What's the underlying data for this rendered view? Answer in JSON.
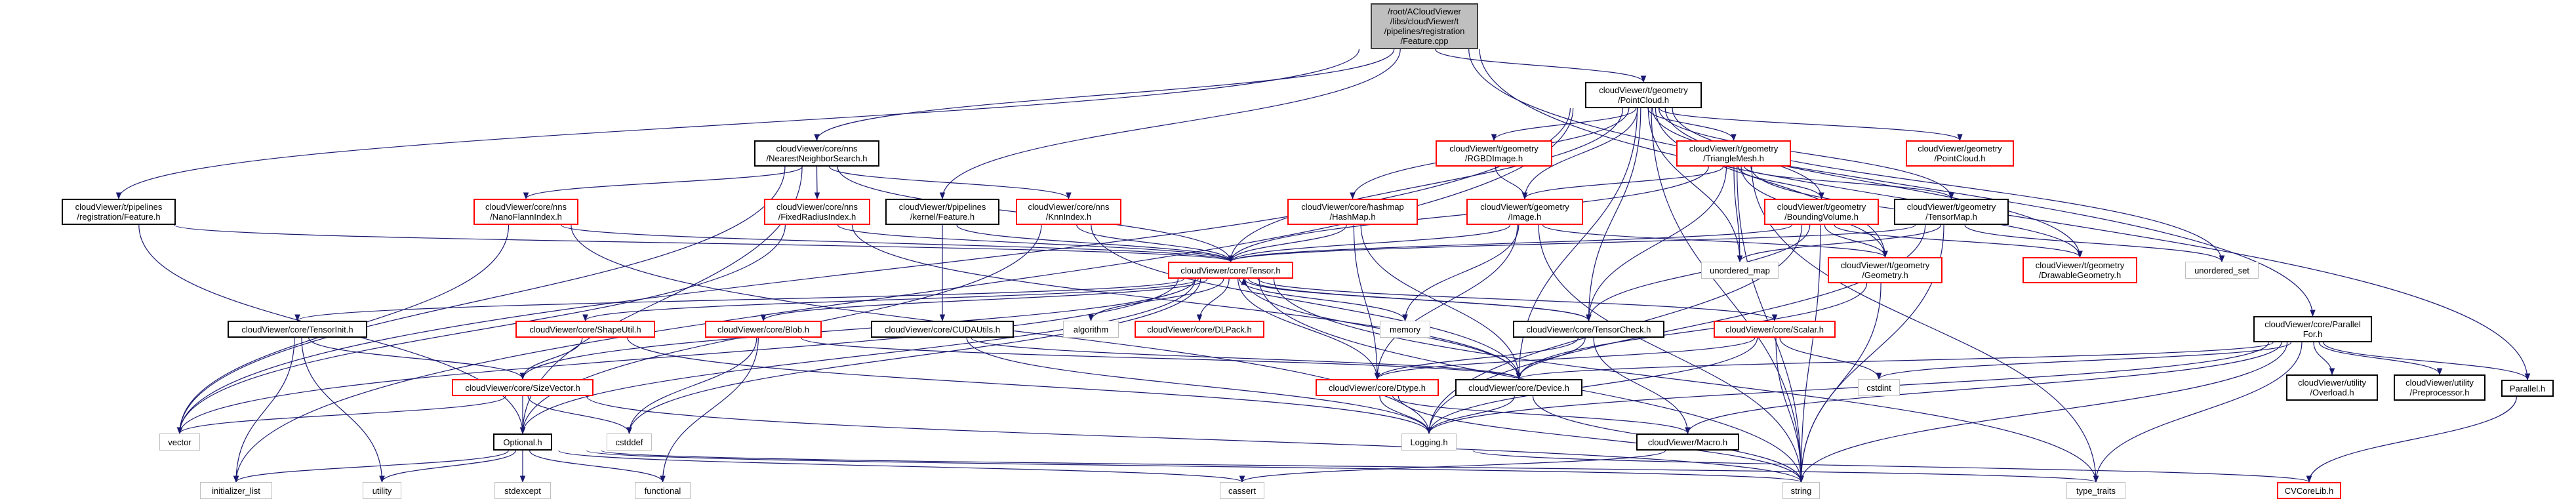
{
  "graph": {
    "edge_color": "#191970",
    "node_colors": {
      "root_fill": "#bfbfbf",
      "truncated_border": "#ff0000",
      "documented_border": "#000000",
      "system_border": "#bfbfbf"
    },
    "nodes": [
      {
        "id": "root",
        "kind": "root",
        "lines": [
          "/root/ACloudViewer",
          "/libs/cloudViewer/t",
          "/pipelines/registration",
          "/Feature.cpp"
        ]
      },
      {
        "id": "pc_t",
        "kind": "doc",
        "lines": [
          "cloudViewer/t/geometry",
          "/PointCloud.h"
        ]
      },
      {
        "id": "nns",
        "kind": "doc",
        "lines": [
          "cloudViewer/core/nns",
          "/NearestNeighborSearch.h"
        ]
      },
      {
        "id": "rgbd",
        "kind": "red",
        "lines": [
          "cloudViewer/t/geometry",
          "/RGBDImage.h"
        ]
      },
      {
        "id": "tmesh",
        "kind": "red",
        "lines": [
          "cloudViewer/t/geometry",
          "/TriangleMesh.h"
        ]
      },
      {
        "id": "gpc",
        "kind": "red",
        "lines": [
          "cloudViewer/geometry",
          "/PointCloud.h"
        ]
      },
      {
        "id": "reg_feat",
        "kind": "doc",
        "lines": [
          "cloudViewer/t/pipelines",
          "/registration/Feature.h"
        ]
      },
      {
        "id": "nano",
        "kind": "red",
        "lines": [
          "cloudViewer/core/nns",
          "/NanoFlannIndex.h"
        ]
      },
      {
        "id": "fixed",
        "kind": "red",
        "lines": [
          "cloudViewer/core/nns",
          "/FixedRadiusIndex.h"
        ]
      },
      {
        "id": "kfeat",
        "kind": "doc",
        "lines": [
          "cloudViewer/t/pipelines",
          "/kernel/Feature.h"
        ]
      },
      {
        "id": "knn",
        "kind": "red",
        "lines": [
          "cloudViewer/core/nns",
          "/KnnIndex.h"
        ]
      },
      {
        "id": "hashmap",
        "kind": "red",
        "lines": [
          "cloudViewer/core/hashmap",
          "/HashMap.h"
        ]
      },
      {
        "id": "image",
        "kind": "red",
        "lines": [
          "cloudViewer/t/geometry",
          "/Image.h"
        ]
      },
      {
        "id": "bvol",
        "kind": "red",
        "lines": [
          "cloudViewer/t/geometry",
          "/BoundingVolume.h"
        ]
      },
      {
        "id": "tmap",
        "kind": "doc",
        "lines": [
          "cloudViewer/t/geometry",
          "/TensorMap.h"
        ]
      },
      {
        "id": "tensor",
        "kind": "red",
        "lines": [
          "cloudViewer/core/Tensor.h"
        ]
      },
      {
        "id": "umap",
        "kind": "sys",
        "lines": [
          "unordered_map"
        ]
      },
      {
        "id": "geom",
        "kind": "red",
        "lines": [
          "cloudViewer/t/geometry",
          "/Geometry.h"
        ]
      },
      {
        "id": "drawable",
        "kind": "red",
        "lines": [
          "cloudViewer/t/geometry",
          "/DrawableGeometry.h"
        ]
      },
      {
        "id": "uset",
        "kind": "sys",
        "lines": [
          "unordered_set"
        ]
      },
      {
        "id": "tinit",
        "kind": "doc",
        "lines": [
          "cloudViewer/core/TensorInit.h"
        ]
      },
      {
        "id": "shape",
        "kind": "red",
        "lines": [
          "cloudViewer/core/ShapeUtil.h"
        ]
      },
      {
        "id": "blob",
        "kind": "red",
        "lines": [
          "cloudViewer/core/Blob.h"
        ]
      },
      {
        "id": "cuda",
        "kind": "doc",
        "lines": [
          "cloudViewer/core/CUDAUtils.h"
        ]
      },
      {
        "id": "algorithm",
        "kind": "sys",
        "lines": [
          "algorithm"
        ]
      },
      {
        "id": "dlpack",
        "kind": "red",
        "lines": [
          "cloudViewer/core/DLPack.h"
        ]
      },
      {
        "id": "memory",
        "kind": "sys",
        "lines": [
          "memory"
        ]
      },
      {
        "id": "tcheck",
        "kind": "doc",
        "lines": [
          "cloudViewer/core/TensorCheck.h"
        ]
      },
      {
        "id": "scalar",
        "kind": "red",
        "lines": [
          "cloudViewer/core/Scalar.h"
        ]
      },
      {
        "id": "pfor",
        "kind": "doc",
        "lines": [
          "cloudViewer/core/Parallel",
          "For.h"
        ]
      },
      {
        "id": "sizevec",
        "kind": "red",
        "lines": [
          "cloudViewer/core/SizeVector.h"
        ]
      },
      {
        "id": "dtype",
        "kind": "red",
        "lines": [
          "cloudViewer/core/Dtype.h"
        ]
      },
      {
        "id": "device",
        "kind": "doc",
        "lines": [
          "cloudViewer/core/Device.h"
        ]
      },
      {
        "id": "cstdint",
        "kind": "sys",
        "lines": [
          "cstdint"
        ]
      },
      {
        "id": "overload",
        "kind": "doc",
        "lines": [
          "cloudViewer/utility",
          "/Overload.h"
        ]
      },
      {
        "id": "preproc",
        "kind": "doc",
        "lines": [
          "cloudViewer/utility",
          "/Preprocessor.h"
        ]
      },
      {
        "id": "parallel",
        "kind": "doc",
        "lines": [
          "Parallel.h"
        ]
      },
      {
        "id": "vector",
        "kind": "sys",
        "lines": [
          "vector"
        ]
      },
      {
        "id": "optional",
        "kind": "doc",
        "lines": [
          "Optional.h"
        ]
      },
      {
        "id": "cstddef",
        "kind": "sys",
        "lines": [
          "cstddef"
        ]
      },
      {
        "id": "logging",
        "kind": "sys",
        "lines": [
          "Logging.h"
        ]
      },
      {
        "id": "macro",
        "kind": "doc",
        "lines": [
          "cloudViewer/Macro.h"
        ]
      },
      {
        "id": "initlist",
        "kind": "sys",
        "lines": [
          "initializer_list"
        ]
      },
      {
        "id": "utility",
        "kind": "sys",
        "lines": [
          "utility"
        ]
      },
      {
        "id": "stdexcept",
        "kind": "sys",
        "lines": [
          "stdexcept"
        ]
      },
      {
        "id": "functional",
        "kind": "sys",
        "lines": [
          "functional"
        ]
      },
      {
        "id": "cassert",
        "kind": "sys",
        "lines": [
          "cassert"
        ]
      },
      {
        "id": "string",
        "kind": "sys",
        "lines": [
          "string"
        ]
      },
      {
        "id": "typetraits",
        "kind": "sys",
        "lines": [
          "type_traits"
        ]
      },
      {
        "id": "cvcore",
        "kind": "red",
        "lines": [
          "CVCoreLib.h"
        ]
      }
    ],
    "edges": [
      [
        "root",
        "reg_feat"
      ],
      [
        "root",
        "nns"
      ],
      [
        "root",
        "kfeat"
      ],
      [
        "root",
        "pc_t"
      ],
      [
        "root",
        "pfor"
      ],
      [
        "root",
        "parallel"
      ],
      [
        "nns",
        "vector"
      ],
      [
        "nns",
        "optional"
      ],
      [
        "nns",
        "nano"
      ],
      [
        "nns",
        "fixed"
      ],
      [
        "nns",
        "knn"
      ],
      [
        "nns",
        "tensor"
      ],
      [
        "reg_feat",
        "tensor"
      ],
      [
        "reg_feat",
        "optional"
      ],
      [
        "nano",
        "tensor"
      ],
      [
        "nano",
        "vector"
      ],
      [
        "nano",
        "logging"
      ],
      [
        "fixed",
        "tensor"
      ],
      [
        "fixed",
        "vector"
      ],
      [
        "fixed",
        "device"
      ],
      [
        "kfeat",
        "cuda"
      ],
      [
        "kfeat",
        "tensor"
      ],
      [
        "knn",
        "tensor"
      ],
      [
        "knn",
        "optional"
      ],
      [
        "knn",
        "device"
      ],
      [
        "hashmap",
        "tensor"
      ],
      [
        "hashmap",
        "dtype"
      ],
      [
        "hashmap",
        "device"
      ],
      [
        "image",
        "tensor"
      ],
      [
        "image",
        "geom"
      ],
      [
        "image",
        "dtype"
      ],
      [
        "image",
        "memory"
      ],
      [
        "image",
        "string"
      ],
      [
        "rgbd",
        "image"
      ],
      [
        "pc_t",
        "rgbd"
      ],
      [
        "pc_t",
        "image"
      ],
      [
        "pc_t",
        "tmesh"
      ],
      [
        "pc_t",
        "gpc"
      ],
      [
        "pc_t",
        "bvol"
      ],
      [
        "pc_t",
        "tmap"
      ],
      [
        "pc_t",
        "geom"
      ],
      [
        "pc_t",
        "drawable"
      ],
      [
        "pc_t",
        "uset"
      ],
      [
        "pc_t",
        "umap"
      ],
      [
        "pc_t",
        "hashmap"
      ],
      [
        "pc_t",
        "tensor"
      ],
      [
        "pc_t",
        "tcheck"
      ],
      [
        "pc_t",
        "string"
      ],
      [
        "pc_t",
        "device"
      ],
      [
        "pc_t",
        "initlist"
      ],
      [
        "pc_t",
        "vector"
      ],
      [
        "tmesh",
        "image"
      ],
      [
        "tmesh",
        "bvol"
      ],
      [
        "tmesh",
        "tmap"
      ],
      [
        "tmesh",
        "geom"
      ],
      [
        "tmesh",
        "drawable"
      ],
      [
        "tmesh",
        "tensor"
      ],
      [
        "tmesh",
        "tcheck"
      ],
      [
        "tmesh",
        "umap"
      ],
      [
        "tmesh",
        "typetraits"
      ],
      [
        "tmesh",
        "string"
      ],
      [
        "bvol",
        "geom"
      ],
      [
        "bvol",
        "drawable"
      ],
      [
        "bvol",
        "tensor"
      ],
      [
        "bvol",
        "tcheck"
      ],
      [
        "bvol",
        "logging"
      ],
      [
        "bvol",
        "string"
      ],
      [
        "tmap",
        "tensor"
      ],
      [
        "tmap",
        "umap"
      ],
      [
        "tmap",
        "uset"
      ],
      [
        "tmap",
        "string"
      ],
      [
        "tmap",
        "logging"
      ],
      [
        "geom",
        "device"
      ],
      [
        "geom",
        "string"
      ],
      [
        "tensor",
        "tinit"
      ],
      [
        "tensor",
        "shape"
      ],
      [
        "tensor",
        "blob"
      ],
      [
        "tensor",
        "sizevec"
      ],
      [
        "tensor",
        "cstddef"
      ],
      [
        "tensor",
        "algorithm"
      ],
      [
        "tensor",
        "dlpack"
      ],
      [
        "tensor",
        "memory"
      ],
      [
        "tensor",
        "dtype"
      ],
      [
        "tensor",
        "device"
      ],
      [
        "tensor",
        "tcheck"
      ],
      [
        "tensor",
        "scalar"
      ],
      [
        "tensor",
        "string"
      ],
      [
        "tensor",
        "typetraits"
      ],
      [
        "tensor",
        "vector"
      ],
      [
        "tensor",
        "optional"
      ],
      [
        "tcheck",
        "tensor"
      ],
      [
        "tcheck",
        "dtype"
      ],
      [
        "tcheck",
        "device"
      ],
      [
        "tcheck",
        "macro"
      ],
      [
        "scalar",
        "dtype"
      ],
      [
        "scalar",
        "cstdint"
      ],
      [
        "scalar",
        "string"
      ],
      [
        "scalar",
        "logging"
      ],
      [
        "tinit",
        "sizevec"
      ],
      [
        "tinit",
        "initlist"
      ],
      [
        "tinit",
        "utility"
      ],
      [
        "shape",
        "sizevec"
      ],
      [
        "shape",
        "logging"
      ],
      [
        "blob",
        "cstddef"
      ],
      [
        "blob",
        "functional"
      ],
      [
        "blob",
        "device"
      ],
      [
        "sizevec",
        "vector"
      ],
      [
        "sizevec",
        "optional"
      ],
      [
        "sizevec",
        "cstddef"
      ],
      [
        "sizevec",
        "string"
      ],
      [
        "optional",
        "initlist"
      ],
      [
        "optional",
        "utility"
      ],
      [
        "optional",
        "stdexcept"
      ],
      [
        "optional",
        "functional"
      ],
      [
        "optional",
        "cassert"
      ],
      [
        "optional",
        "string"
      ],
      [
        "optional",
        "typetraits"
      ],
      [
        "cuda",
        "device"
      ],
      [
        "cuda",
        "logging"
      ],
      [
        "dtype",
        "logging"
      ],
      [
        "dtype",
        "string"
      ],
      [
        "dtype",
        "macro"
      ],
      [
        "device",
        "logging"
      ],
      [
        "device",
        "string"
      ],
      [
        "macro",
        "cassert"
      ],
      [
        "pfor",
        "device"
      ],
      [
        "pfor",
        "cstdint"
      ],
      [
        "pfor",
        "logging"
      ],
      [
        "pfor",
        "macro"
      ],
      [
        "pfor",
        "string"
      ],
      [
        "pfor",
        "typetraits"
      ],
      [
        "pfor",
        "overload"
      ],
      [
        "pfor",
        "preproc"
      ],
      [
        "pfor",
        "parallel"
      ],
      [
        "parallel",
        "cvcore"
      ],
      [
        "logging",
        "cvcore"
      ]
    ]
  }
}
